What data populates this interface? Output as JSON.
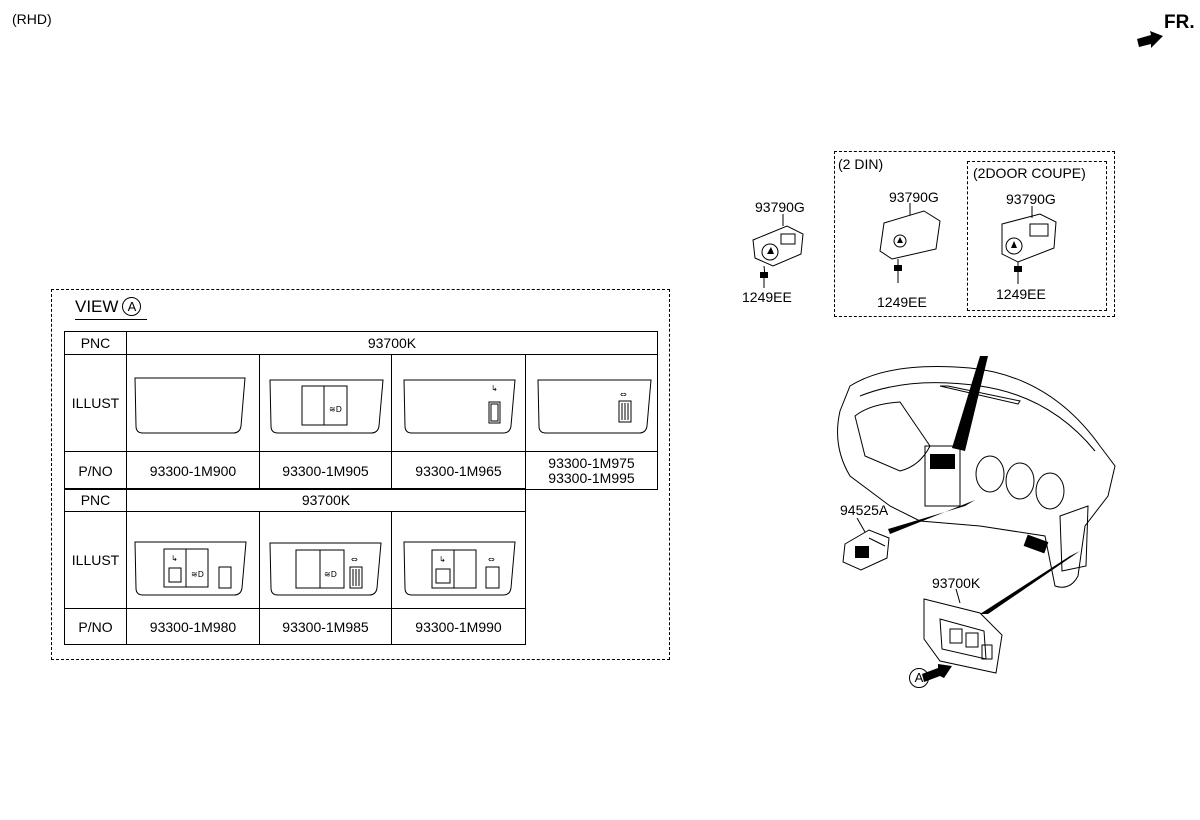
{
  "header": {
    "variant": "(RHD)",
    "direction": "FR."
  },
  "view": {
    "title": "VIEW",
    "marker": "A",
    "table1": {
      "pnc_label": "PNC",
      "pnc_value": "93700K",
      "illust_label": "ILLUST",
      "pno_label": "P/NO",
      "part_numbers": [
        "93300-1M900",
        "93300-1M905",
        "93300-1M965"
      ],
      "part_number_4": [
        "93300-1M975",
        "93300-1M995"
      ]
    },
    "table2": {
      "pnc_label": "PNC",
      "pnc_value": "93700K",
      "illust_label": "ILLUST",
      "pno_label": "P/NO",
      "part_numbers": [
        "93300-1M980",
        "93300-1M985",
        "93300-1M990"
      ]
    }
  },
  "switch_groups": {
    "standard": {
      "part": "93790G",
      "screw": "1249EE"
    },
    "din": {
      "title": "(2 DIN)",
      "part": "93790G",
      "screw": "1249EE"
    },
    "coupe": {
      "title": "(2DOOR COUPE)",
      "part": "93790G",
      "screw": "1249EE"
    }
  },
  "dashboard": {
    "connector_part": "94525A",
    "panel_part": "93700K",
    "view_marker": "A"
  }
}
